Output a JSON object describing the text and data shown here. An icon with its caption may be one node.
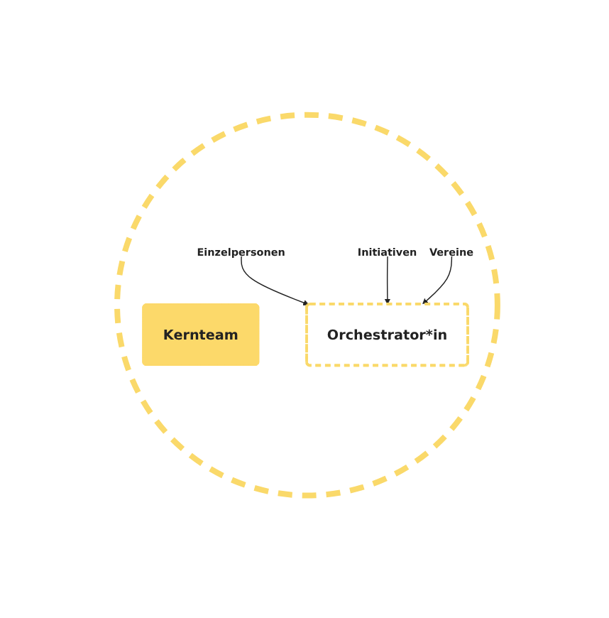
{
  "diagram": {
    "nodes": [
      {
        "text": [],
        "shape": "circle"
      },
      {
        "text": [
          "Kernteam"
        ],
        "in": 0
      },
      {
        "text": [
          "Orchestrator*in"
        ],
        "in": 0
      },
      {
        "text": [
          "Einzelpersonen"
        ],
        "in": 0
      },
      {
        "text": [
          "Initiativen"
        ],
        "in": 0
      },
      {
        "text": [
          "Vereine"
        ],
        "in": 0
      }
    ],
    "edges": [
      {
        "from": 3,
        "to": 2,
        "arrow": "to"
      },
      {
        "from": 4,
        "to": 2,
        "arrow": "to"
      },
      {
        "from": 5,
        "to": 2,
        "arrow": "to"
      }
    ]
  }
}
